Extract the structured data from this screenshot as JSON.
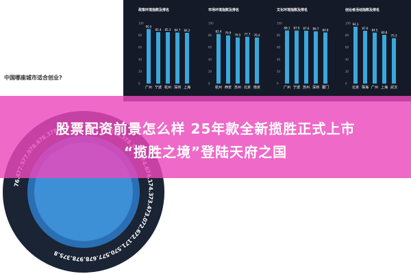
{
  "left_title": "中国哪座城市适合创业?",
  "headline": {
    "line1": "股票配资前景怎么样 25年款全新揽胜正式上市",
    "line2": "“揽胜之境”登陆天府之国"
  },
  "colors": {
    "panel_bg": "#151a28",
    "bar": "#3aa8dc",
    "ring_outer": "#1a2434",
    "ring_inner": "#3d8fd6",
    "banner": "#ec48bc"
  },
  "chart_data": [
    {
      "type": "bar",
      "title": "政策环境指数及排名",
      "categories": [
        "广州",
        "宁波",
        "杭州",
        "深圳",
        "上海"
      ],
      "values": [
        90.5,
        85.4,
        85.3,
        84.7,
        84.2
      ],
      "ylim": [
        0,
        100
      ]
    },
    {
      "type": "bar",
      "title": "市场环境指数及排名",
      "categories": [
        "杭州",
        "西安",
        "苏州",
        "北京",
        "南京"
      ],
      "values": [
        82.4,
        79.9,
        76.5,
        77.7,
        76.4
      ],
      "ylim": [
        0,
        100
      ]
    },
    {
      "type": "bar",
      "title": "文化环境指数及排名",
      "categories": [
        "广州",
        "宁波",
        "苏州",
        "深圳",
        "厦门"
      ],
      "values": [
        88.1,
        87.9,
        87.6,
        86.7,
        84.8
      ],
      "ylim": [
        0,
        100
      ]
    },
    {
      "type": "bar",
      "title": "创业者活动指数及排名",
      "categories": [
        "北京",
        "珠海",
        "广州",
        "上海",
        "武汉"
      ],
      "values": [
        94.3,
        87.6,
        84.5,
        80.8,
        75.3
      ],
      "ylim": [
        0,
        100
      ]
    }
  ],
  "wheel": {
    "title": "城市创业指数排名",
    "labels": [
      "76.4",
      "77.5",
      "77.9",
      "78.6",
      "78.3",
      "78.4",
      "79.7",
      "79.2",
      "79.3",
      "76.5",
      "76.3",
      "78.3",
      "75.5",
      "74.6",
      "74.1",
      "74.3",
      "73.4",
      "73.0",
      "72.6",
      "72.1",
      "71.5",
      "70.5",
      "77.6",
      "78.9",
      "78.3",
      "75.8"
    ]
  }
}
